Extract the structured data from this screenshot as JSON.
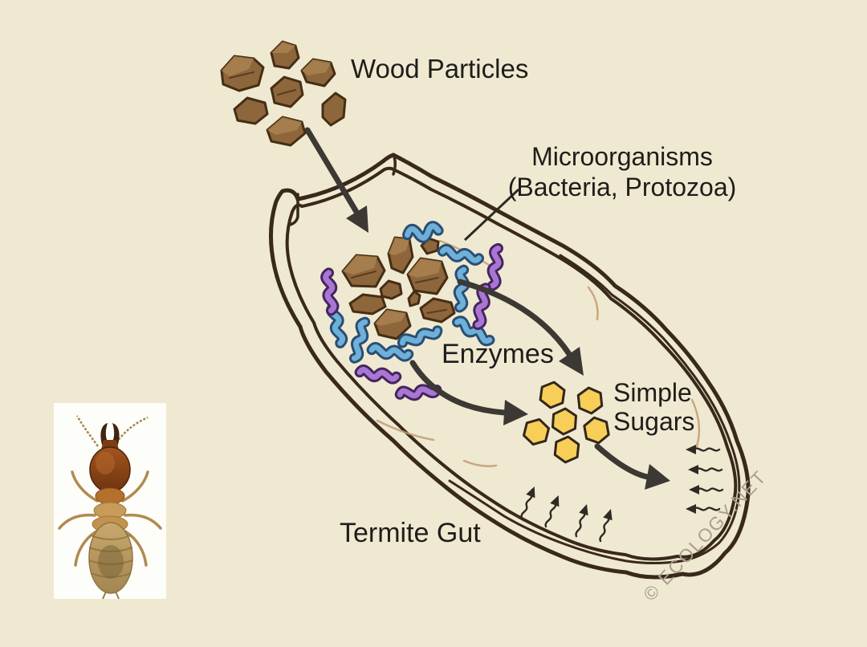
{
  "diagram": {
    "labels": {
      "wood_particles": "Wood Particles",
      "microorganisms_line1": "Microorganisms",
      "microorganisms_line2": "(Bacteria, Protozoa)",
      "enzymes": "Enzymes",
      "simple_sugars_line1": "Simple",
      "simple_sugars_line2": "Sugars",
      "termite_gut": "Termite Gut"
    },
    "watermark": "© ECOLOGY.NET",
    "colors": {
      "background": "#f0e9d1",
      "gut_wall": "#d6b58e",
      "gut_interior": "#ecd9bb",
      "outline": "#38291a",
      "wood_brown": "#8d663c",
      "bacteria_blue": "#6fb0d9",
      "protozoa_purple": "#a976d4",
      "sugar_yellow": "#f7ce58",
      "arrow_dark": "#3c3833",
      "text": "#1e1d1b",
      "watermark_gray": "#a89f8d"
    }
  }
}
